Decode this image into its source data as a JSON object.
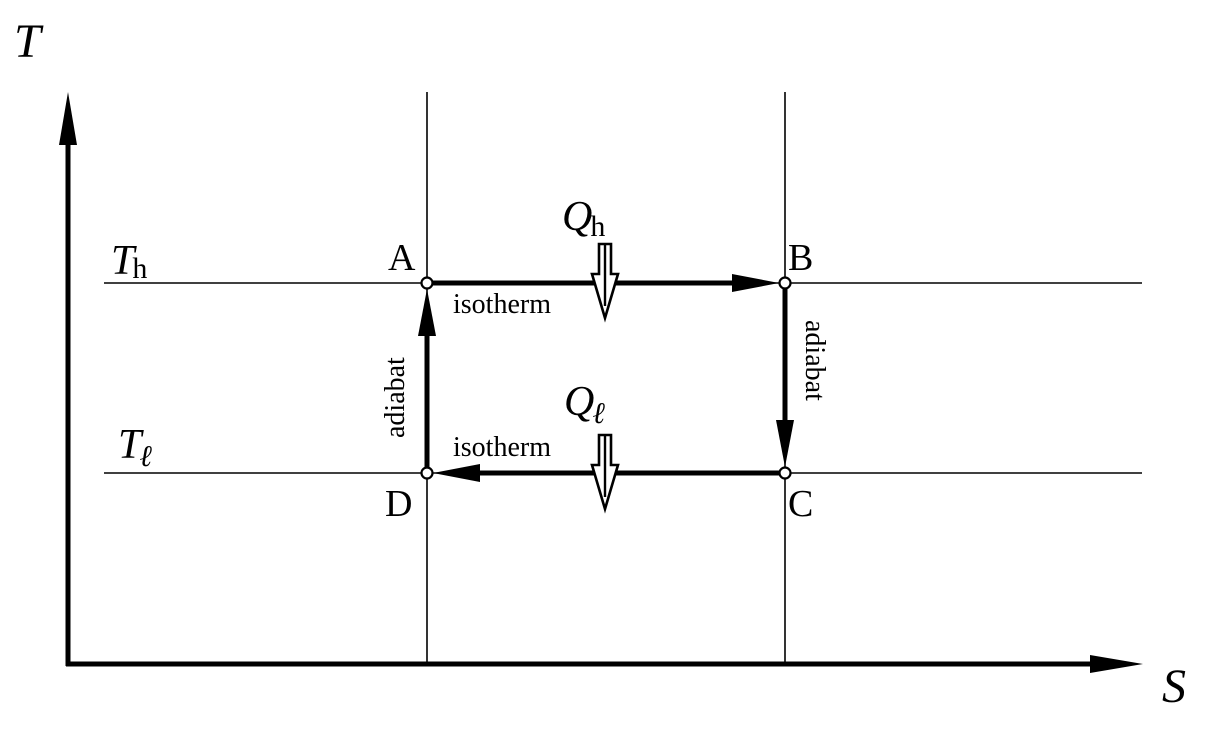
{
  "axes": {
    "y_label": "T",
    "x_label": "S"
  },
  "levels": {
    "hot": {
      "symbol": "T",
      "subscript": "h"
    },
    "cold": {
      "symbol": "T",
      "subscript": "ℓ"
    }
  },
  "points": {
    "a": "A",
    "b": "B",
    "c": "C",
    "d": "D"
  },
  "processes": {
    "top": "isotherm",
    "bottom": "isotherm",
    "left": "adiabat",
    "right": "adiabat"
  },
  "heat": {
    "in": {
      "symbol": "Q",
      "subscript": "h"
    },
    "out": {
      "symbol": "Q",
      "subscript": "ℓ"
    }
  },
  "colors": {
    "ink": "#000000",
    "background": "#ffffff"
  }
}
